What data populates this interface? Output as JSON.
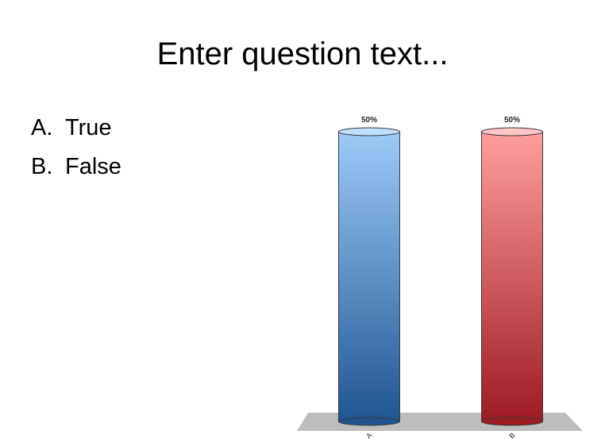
{
  "question": {
    "title": "Enter question text..."
  },
  "answers": [
    {
      "letter": "A.",
      "text": "True"
    },
    {
      "letter": "B.",
      "text": "False"
    }
  ],
  "chart_data": {
    "type": "bar",
    "categories": [
      "A",
      "B"
    ],
    "values": [
      50,
      50
    ],
    "value_labels": [
      "50%",
      "50%"
    ],
    "ylim": [
      0,
      50
    ],
    "colors": {
      "A": {
        "light": "#9ccbf9",
        "dark": "#1f5591",
        "top": "#bfe0fd"
      },
      "B": {
        "light": "#ff9e9e",
        "dark": "#9d1b22",
        "top": "#ffc4c4"
      },
      "floor": "#bdbdbd"
    }
  }
}
